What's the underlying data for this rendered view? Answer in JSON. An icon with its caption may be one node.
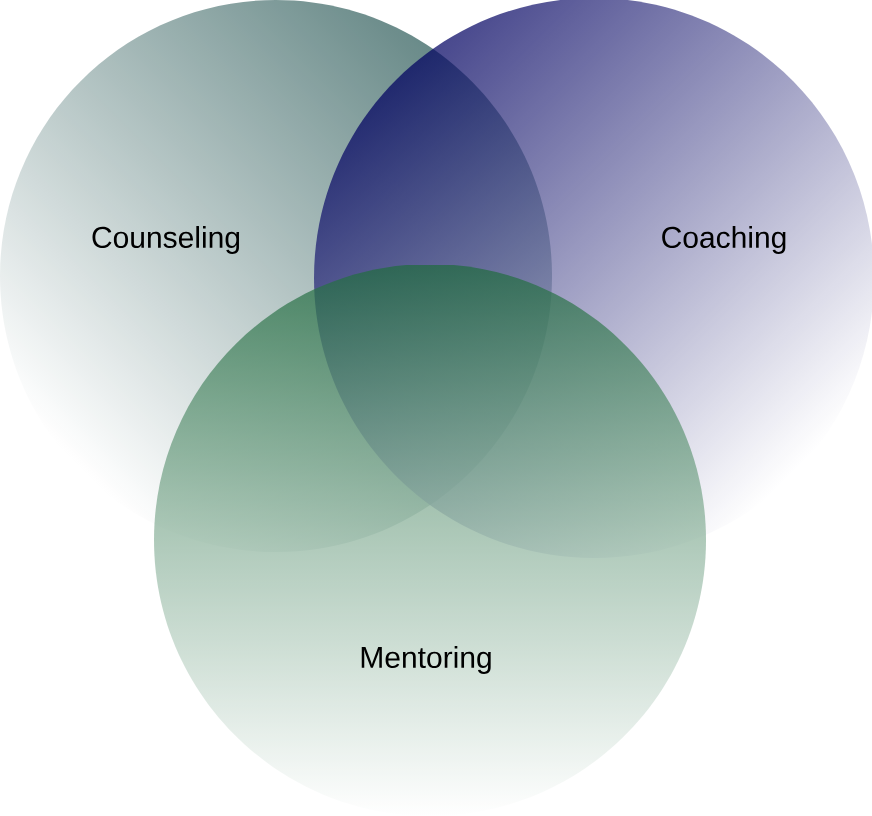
{
  "diagram": {
    "nodes": [
      {
        "text": [
          "Counseling"
        ]
      },
      {
        "text": [
          "Coaching"
        ]
      },
      {
        "text": [
          "Mentoring"
        ]
      }
    ]
  }
}
